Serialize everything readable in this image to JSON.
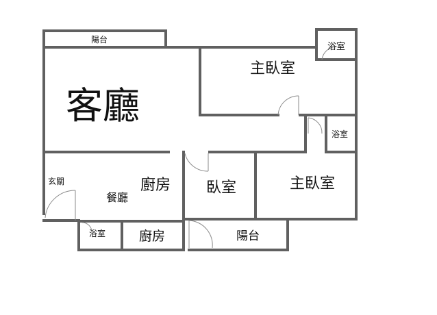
{
  "rooms": {
    "living_room": "客廳",
    "master_bedroom_top": "主臥室",
    "master_bedroom_bottom": "主臥室",
    "bedroom": "臥室",
    "kitchen_top": "廚房",
    "kitchen_bottom": "廚房",
    "dining_room": "餐廳",
    "entrance": "玄關",
    "balcony_top": "陽台",
    "balcony_bottom": "陽台",
    "bathroom_top_right": "浴室",
    "bathroom_mid_right": "浴室",
    "bathroom_bottom_left": "浴室"
  },
  "colors": {
    "wall": "#606060",
    "text": "#111111",
    "background": "#ffffff"
  }
}
